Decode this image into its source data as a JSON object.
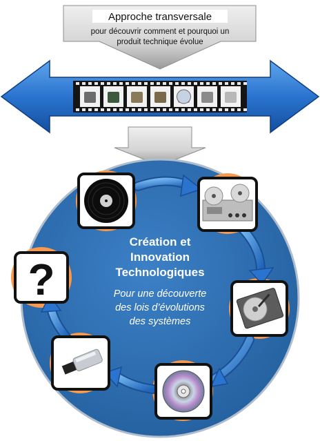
{
  "header": {
    "title": "Approche transversale",
    "subtitle_line1": "pour découvrir comment et  pourquoi un",
    "subtitle_line2": "produit technique évolue"
  },
  "center": {
    "title_line1": "Création et",
    "title_line2": "Innovation",
    "title_line3": "Technologiques",
    "subtitle_line1": "Pour une découverte",
    "subtitle_line2": "des lois d’évolutions",
    "subtitle_line3": "des systèmes"
  },
  "cycle_items": [
    {
      "name": "vinyl-record-icon"
    },
    {
      "name": "tape-recorder-icon"
    },
    {
      "name": "hard-disk-icon"
    },
    {
      "name": "compact-disc-icon"
    },
    {
      "name": "usb-key-icon"
    },
    {
      "name": "question-mark-icon",
      "symbol": "?"
    }
  ],
  "film_strip": {
    "frames": [
      "tape-recorder-frame",
      "oscilloscope-frame",
      "floppy-frame",
      "processor-frame",
      "disc-frame",
      "hard-disk-frame",
      "usb-key-frame"
    ]
  },
  "colors": {
    "circle_fill": "#2f6db2",
    "circle_stroke": "#a8b8cc",
    "arrow_blue": "#2a74cf",
    "accent_orange": "#f59a4f",
    "gray_arrow": "#cfcfcf"
  }
}
